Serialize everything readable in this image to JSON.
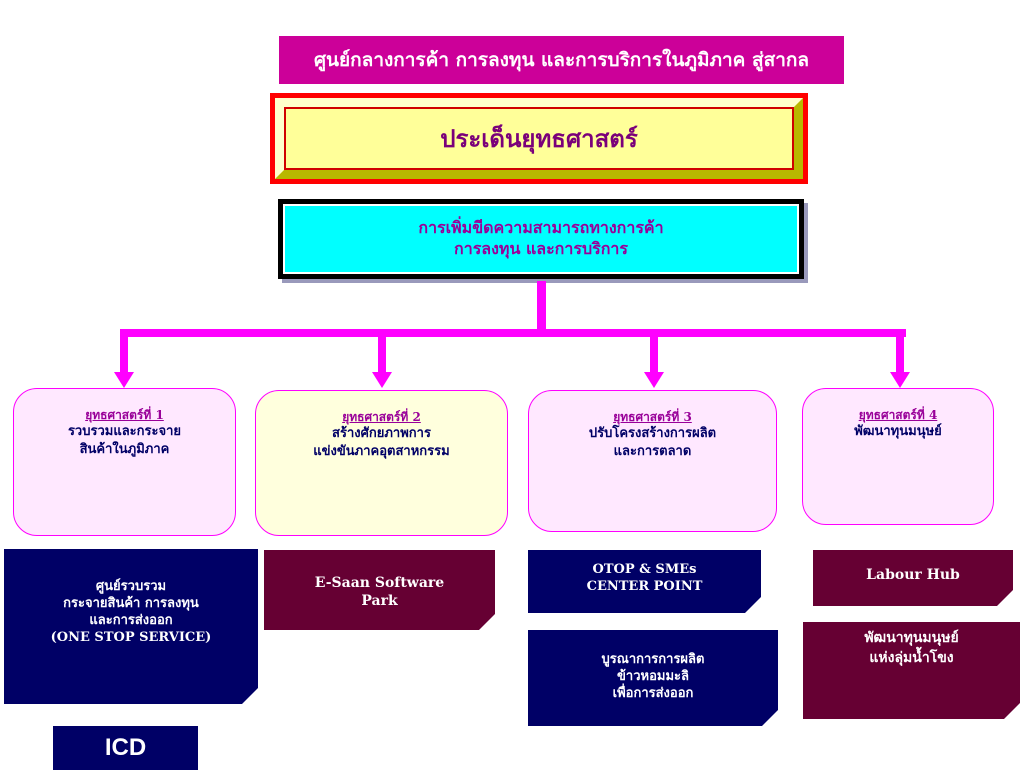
{
  "vision": "ศูนย์กลางการค้า การลงทุน และการบริการในภูมิภาค สู่สากล",
  "issue": "ประเด็นยุทธศาสตร์",
  "objective": {
    "line1": "การเพิ่มขีดความสามารถทางการค้า",
    "line2": "การลงทุน และการบริการ"
  },
  "colors": {
    "connector": "#ff00ff",
    "vision_bg": "#cc0099",
    "objective_bg": "#00ffff",
    "issue_bg": "#ffff99",
    "navy": "#000066",
    "maroon": "#660033"
  },
  "strategies": [
    {
      "num": "ยุทธศาสตร์ที่ 1",
      "lines": [
        "รวบรวมและกระจาย",
        "สินค้าในภูมิภาค"
      ],
      "bg": "#ffccff"
    },
    {
      "num": "ยุทธศาสตร์ที่ 2",
      "lines": [
        "สร้างศักยภาพการ",
        "แข่งขันภาคอุตสาหกรรม"
      ],
      "bg": "#ffffcc"
    },
    {
      "num": "ยุทธศาสตร์ที่ 3",
      "lines": [
        "ปรับโครงสร้างการผลิต",
        "และการตลาด"
      ],
      "bg": "#ffccff"
    },
    {
      "num": "ยุทธศาสตร์ที่ 4",
      "lines": [
        "พัฒนาทุนมนุษย์"
      ],
      "bg": "#ffccff"
    }
  ],
  "projects": {
    "one_stop": [
      "ศูนย์รวบรวม",
      "กระจายสินค้า การลงทุน",
      "และการส่งออก",
      "(ONE STOP SERVICE)"
    ],
    "esaan": [
      "E-Saan Software",
      "Park"
    ],
    "otop": [
      "OTOP & SMEs",
      "CENTER POINT"
    ],
    "rice": [
      "บูรณาการการผลิต",
      "ข้าวหอมมะลิ",
      "เพื่อการส่งออก"
    ],
    "labour": [
      "Labour Hub"
    ],
    "mekong": [
      "พัฒนาทุนมนุษย์",
      "แห่งลุ่มน้ำโขง"
    ],
    "icd": "ICD"
  }
}
